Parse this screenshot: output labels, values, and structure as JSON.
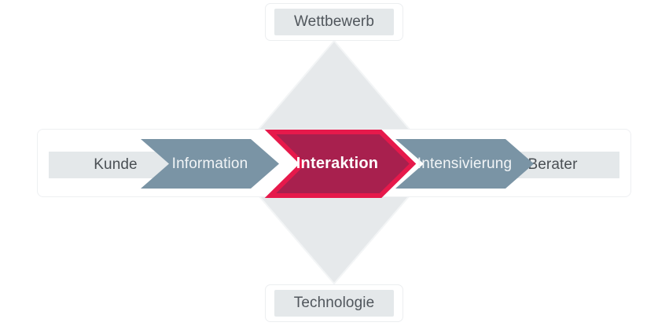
{
  "diagram": {
    "title_top": "Wettbewerb",
    "title_bottom": "Technologie",
    "vertical_nodes": [
      {
        "id": "wettbewerb",
        "label": "Wettbewerb",
        "position": "top"
      },
      {
        "id": "technologie",
        "label": "Technologie",
        "position": "bottom"
      }
    ],
    "flow": {
      "start_label": "Kunde",
      "end_label": "Berater",
      "steps": [
        {
          "id": "information",
          "label": "Information",
          "highlighted": false
        },
        {
          "id": "interaktion",
          "label": "Interaktion",
          "highlighted": true
        },
        {
          "id": "intensivierung",
          "label": "Intensivierung",
          "highlighted": false
        }
      ]
    },
    "colors": {
      "chevron_gray": "#7a94a5",
      "chevron_accent_fill": "#a8204e",
      "chevron_accent_border": "#e6194b",
      "end_cap_bg": "#e4e8ea",
      "diamond_fill": "#e6e9eb",
      "diamond_stroke": "#f3f4f5",
      "node_text": "#50565c",
      "chevron_text": "#f2f5f7",
      "accent_text": "#ffffff",
      "container_bg": "#ffffff",
      "container_border": "#eef0f2",
      "page_bg": "#ffffff"
    }
  }
}
